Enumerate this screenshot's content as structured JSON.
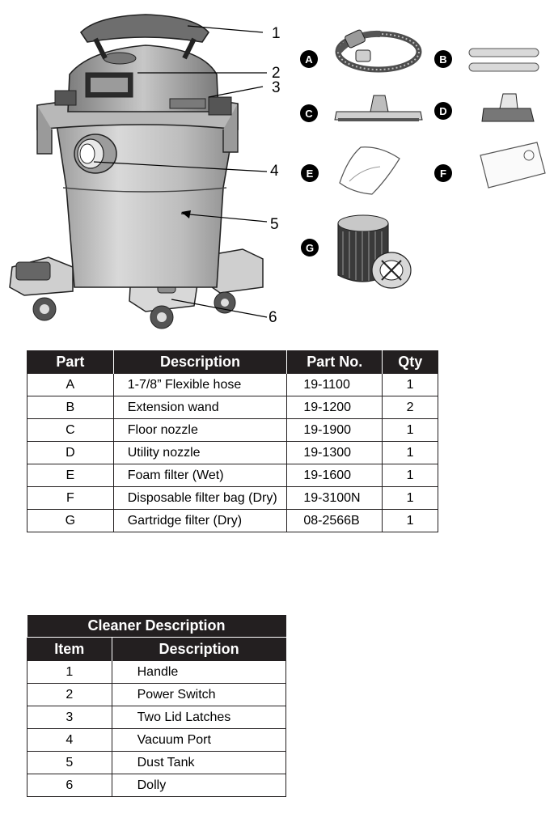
{
  "illustration": {
    "callouts": [
      "1",
      "2",
      "3",
      "4",
      "5",
      "6"
    ],
    "accessory_badges": [
      "A",
      "B",
      "C",
      "D",
      "E",
      "F",
      "G"
    ]
  },
  "parts_table": {
    "headers": [
      "Part",
      "Description",
      "Part No.",
      "Qty"
    ],
    "rows": [
      {
        "part": "A",
        "description": "1-7/8” Flexible hose",
        "part_no": "19-1100",
        "qty": "1"
      },
      {
        "part": "B",
        "description": "Extension wand",
        "part_no": "19-1200",
        "qty": "2"
      },
      {
        "part": "C",
        "description": "Floor nozzle",
        "part_no": "19-1900",
        "qty": "1"
      },
      {
        "part": "D",
        "description": "Utility nozzle",
        "part_no": "19-1300",
        "qty": "1"
      },
      {
        "part": "E",
        "description": "Foam filter (Wet)",
        "part_no": "19-1600",
        "qty": "1"
      },
      {
        "part": "F",
        "description": "Disposable filter bag (Dry)",
        "part_no": "19-3100N",
        "qty": "1"
      },
      {
        "part": "G",
        "description": "Gartridge filter (Dry)",
        "part_no": "08-2566B",
        "qty": "1"
      }
    ]
  },
  "cleaner_table": {
    "caption": "Cleaner Description",
    "headers": [
      "Item",
      "Description"
    ],
    "rows": [
      {
        "item": "1",
        "description": "Handle"
      },
      {
        "item": "2",
        "description": "Power Switch"
      },
      {
        "item": "3",
        "description": "Two Lid Latches"
      },
      {
        "item": "4",
        "description": "Vacuum Port"
      },
      {
        "item": "5",
        "description": "Dust Tank"
      },
      {
        "item": "6",
        "description": "Dolly"
      }
    ]
  }
}
